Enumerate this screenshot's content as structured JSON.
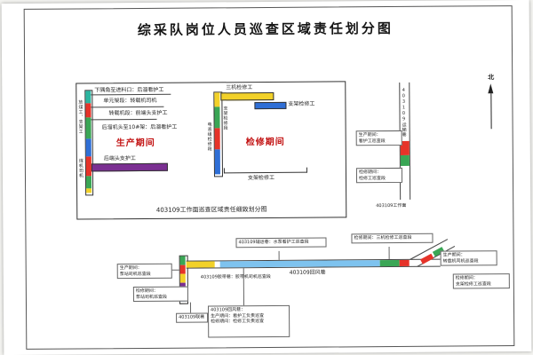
{
  "title": "综采队岗位人员巡查区域责任划分图",
  "colors": {
    "red": "#e63329",
    "green": "#3aa655",
    "blue": "#2f6fd6",
    "light_blue": "#7ec3ef",
    "yellow": "#f2d129",
    "teal": "#2bb5a0",
    "purple": "#7b2f92",
    "period_red": "#c21111"
  },
  "inset": {
    "caption": "403109工作面巡查区域责任细致划分图",
    "production": {
      "period": "生产期间",
      "labels": [
        "下隅角至进料口：后溜看护工",
        "单元架段：转载机司机",
        "转载机段：前端头支护工",
        "后溜机头至10#架：后溜看护工"
      ],
      "end_bar": "后端头支护工",
      "left_v1": "放煤工、支架工",
      "left_v2": "煤机司机"
    },
    "maintenance": {
      "period": "检修期间",
      "top_bar": "三机检修工",
      "right_label": "支架检修工",
      "bottom_label": "支架检修工",
      "v1": "支架检修段",
      "v2": "电液组检修段"
    }
  },
  "compass": {
    "label": "北"
  },
  "right_roadway": {
    "name": "403109运输巷",
    "callout_production": "生产期间：\n看护工巡查段",
    "callout_maintenance": "检修期间：\n检修工巡查段",
    "foot_label": "403109工作面"
  },
  "bottom": {
    "roadway_label": "403109回风巷",
    "callout_pump_prod": "生产期间：\n泵站司机巡查段",
    "callout_pump_maint": "检修期间：\n泵站司机巡查段",
    "callout_belt": "403109胶带巷：胶带机司机巡查段",
    "callout_aux": "403109辅运巷：水泵看护工巡查段",
    "callout_maint_crew": "检修期间：三机检修工巡查段",
    "callout_prod_right": "生产期间：\n转载机司机巡查段",
    "callout_maint_right": "检修期间：\n支架检修工巡查段",
    "callout_link": "403109联巷",
    "info_box": "403109回风巷：\n生产期间：看护工负责巡查\n检修期间：检修工负责巡查"
  }
}
